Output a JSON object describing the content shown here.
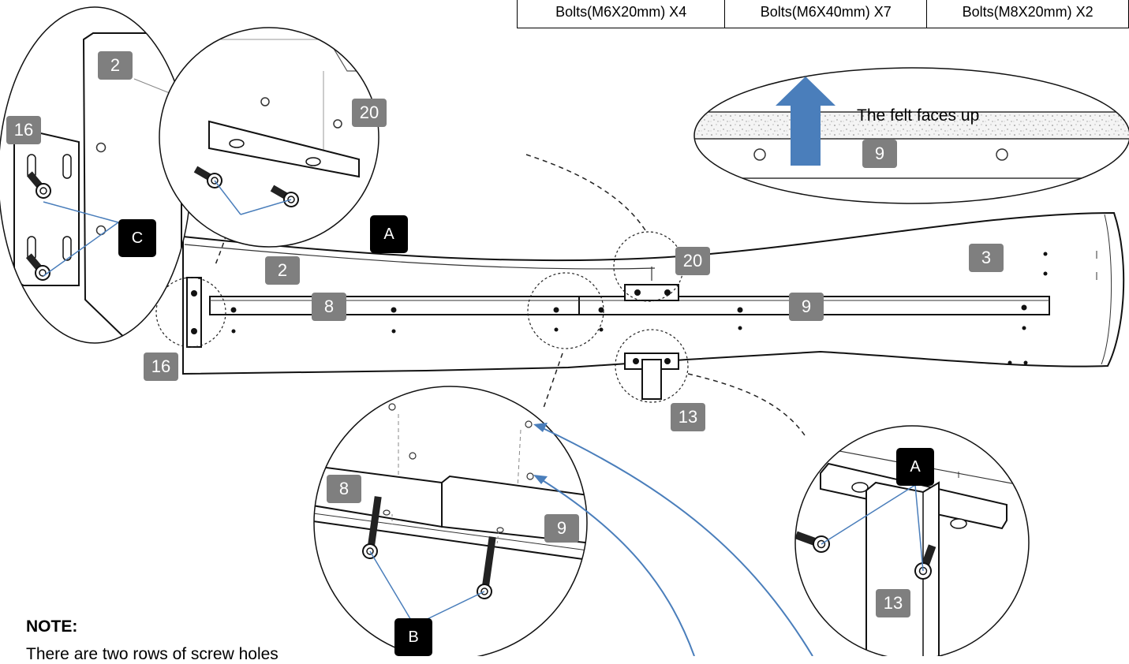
{
  "bolts_table": [
    {
      "label": "Bolts(M6X20mm) X4"
    },
    {
      "label": "Bolts(M6X40mm) X7"
    },
    {
      "label": "Bolts(M8X20mm) X2"
    }
  ],
  "felt_caption": "The felt faces up",
  "part_tags": {
    "p2_detail": "2",
    "p16_detail": "16",
    "p20_detail": "20",
    "p9_felt": "9",
    "p2_main": "2",
    "p8_main": "8",
    "p9_main": "9",
    "p20_main": "20",
    "p3_main": "3",
    "p16_main": "16",
    "p13_main": "13",
    "p8_detail": "8",
    "p9_detail": "9",
    "p13_detail": "13"
  },
  "bolt_labels": {
    "c_left": "C",
    "a_top": "A",
    "b_bottom": "B",
    "a_right": "A"
  },
  "note": {
    "title": "NOTE:",
    "text": "There are two rows of screw holes"
  },
  "colors": {
    "callout_blue": "#4a7ebb",
    "arrow_blue": "#4a7ebb",
    "tag_gray": "#7f7f7f",
    "label_black": "#000000"
  }
}
